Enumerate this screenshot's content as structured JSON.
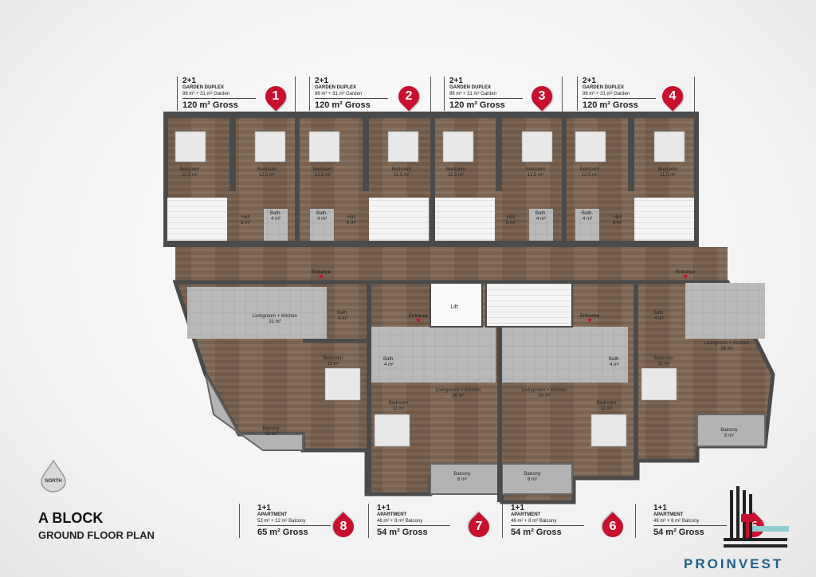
{
  "top_units": [
    {
      "rooms": "2+1",
      "type": "GARDEN DUPLEX",
      "area": "86 m² + 31 m² Garden",
      "gross": "120 m² Gross",
      "number": "1"
    },
    {
      "rooms": "2+1",
      "type": "GARDEN DUPLEX",
      "area": "86 m² + 31 m² Garden",
      "gross": "120 m² Gross",
      "number": "2"
    },
    {
      "rooms": "2+1",
      "type": "GARDEN DUPLEX",
      "area": "86 m² + 31 m² Garden",
      "gross": "120 m² Gross",
      "number": "3"
    },
    {
      "rooms": "2+1",
      "type": "GARDEN DUPLEX",
      "area": "86 m² + 31 m² Garden",
      "gross": "120 m² Gross",
      "number": "4"
    }
  ],
  "bottom_units": [
    {
      "rooms": "1+1",
      "type": "APARTMENT",
      "area": "53 m² + 12 m² Balcony",
      "gross": "65 m² Gross",
      "number": "8"
    },
    {
      "rooms": "1+1",
      "type": "APARTMENT",
      "area": "46 m² + 8 m² Balcony",
      "gross": "54 m² Gross",
      "number": "7"
    },
    {
      "rooms": "1+1",
      "type": "APARTMENT",
      "area": "46 m² + 8 m² Balcony",
      "gross": "54 m² Gross",
      "number": "6"
    },
    {
      "rooms": "1+1",
      "type": "APARTMENT",
      "area": "46 m² + 8 m² Balcony",
      "gross": "54 m² Gross",
      "number": "5"
    }
  ],
  "plan_title": "A BLOCK",
  "plan_subtitle": "GROUND FLOOR PLAN",
  "compass_label": "NORTH",
  "brand": "PROINVEST",
  "room_labels": {
    "bedroom": "Bedroom",
    "bath": "Bath.",
    "hall": "Hall",
    "living_kitchen": "Livingroom + Kitchen",
    "balcony": "Balcony",
    "lift": "Lift",
    "entrance": "Entrance",
    "a_11_5": "11.5 m²",
    "a_12_5": "12.5 m²",
    "a_4": "4 m²",
    "a_6": "6 m²",
    "a_31": "31 m²",
    "a_26": "26 m²",
    "a_11": "11 m²",
    "a_12": "12 m²",
    "a_8": "8 m²"
  },
  "colors": {
    "accent": "#c8102e",
    "wood": "#7a6350",
    "tile": "#b8b8b8",
    "wall": "#4a4a4a",
    "brand_blue": "#1f5f8b"
  }
}
